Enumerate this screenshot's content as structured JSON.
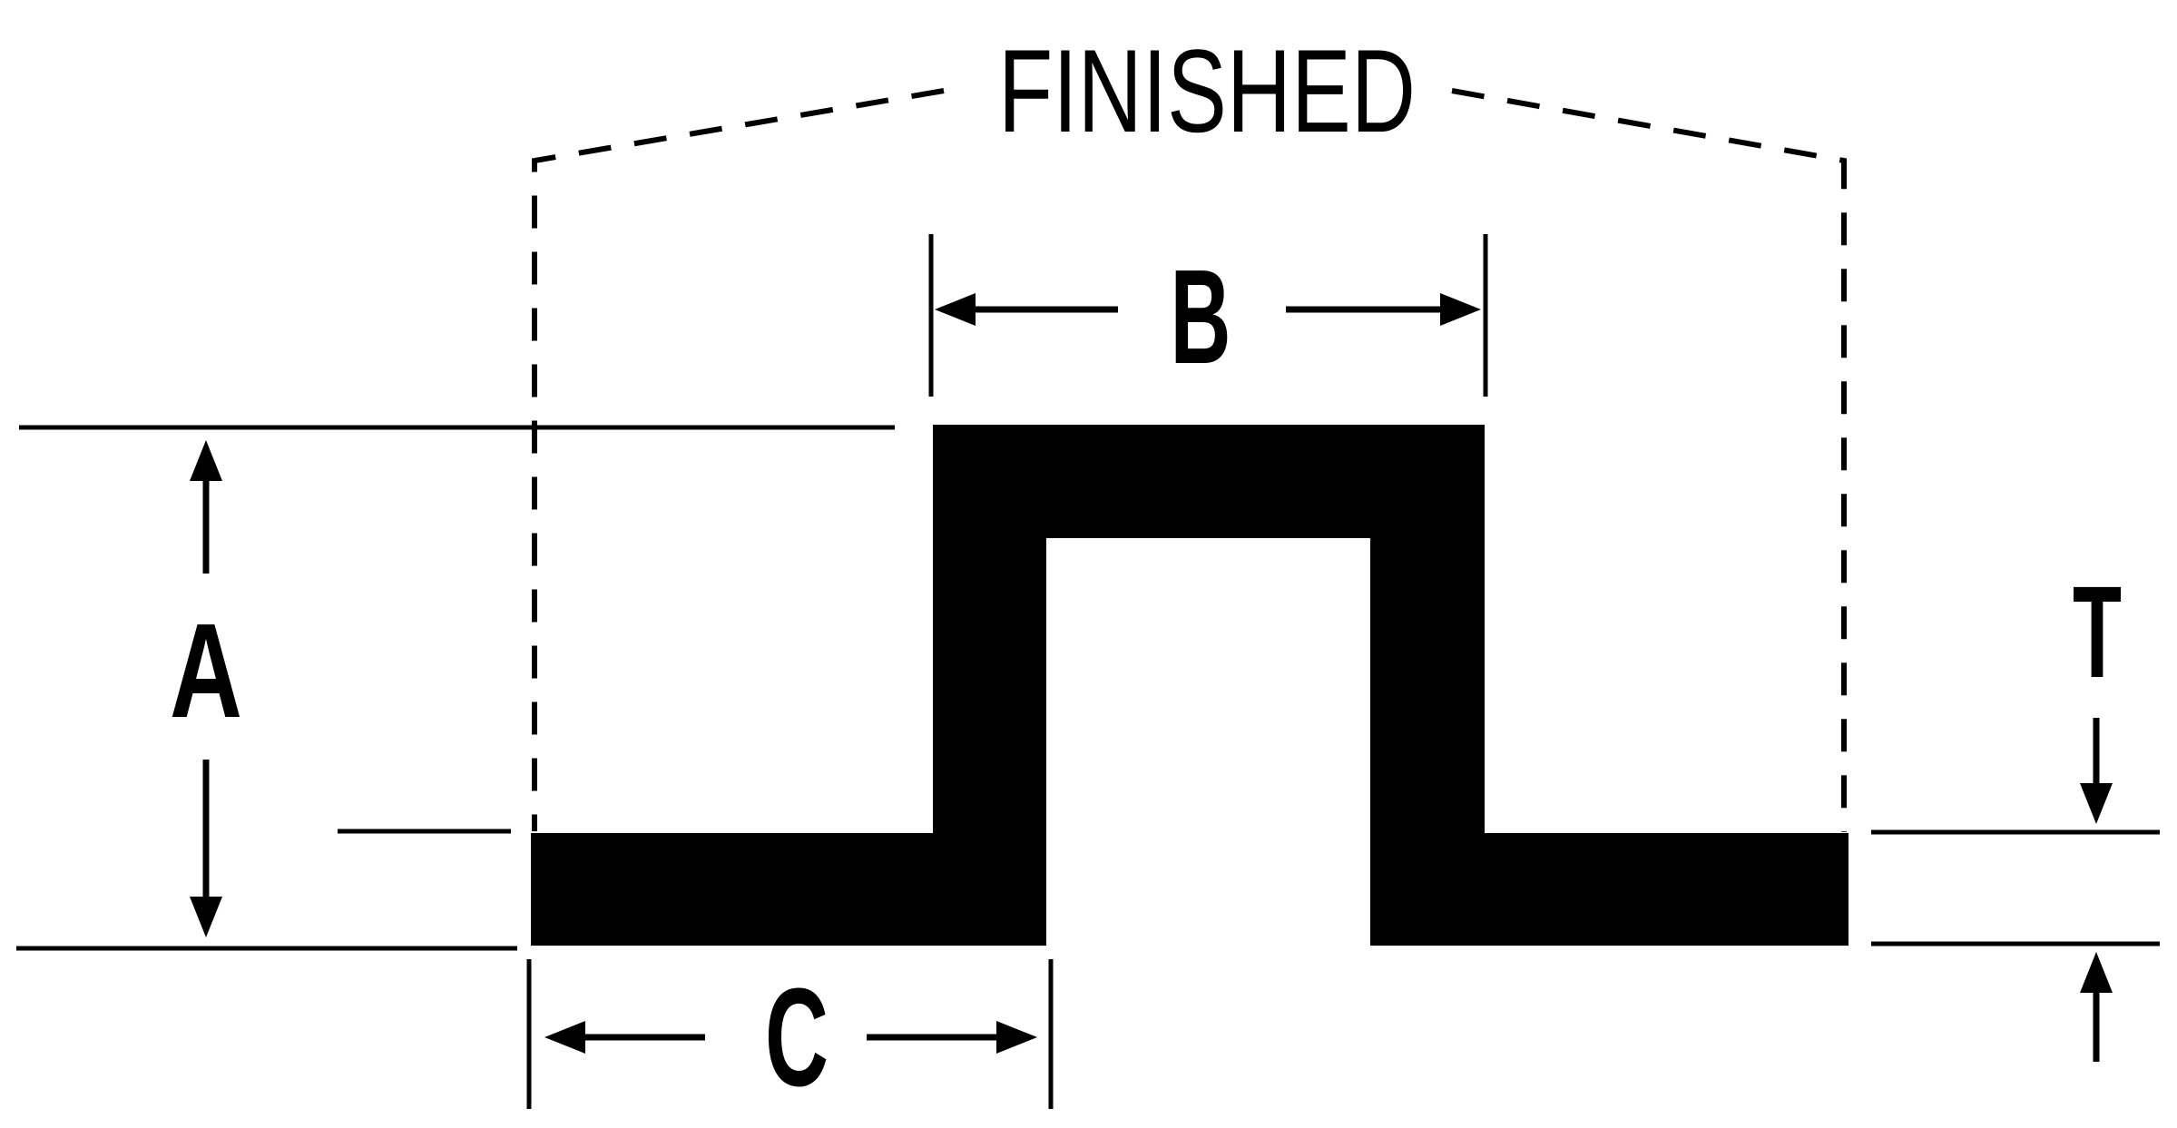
{
  "diagram": {
    "callout": "FINISHED",
    "dimensions": {
      "overall_height": {
        "label": "A"
      },
      "crown_width": {
        "label": "B"
      },
      "flange_width": {
        "label": "C"
      },
      "thickness": {
        "label": "T"
      }
    },
    "colors": {
      "ink": "#000000",
      "background": "#ffffff"
    }
  }
}
